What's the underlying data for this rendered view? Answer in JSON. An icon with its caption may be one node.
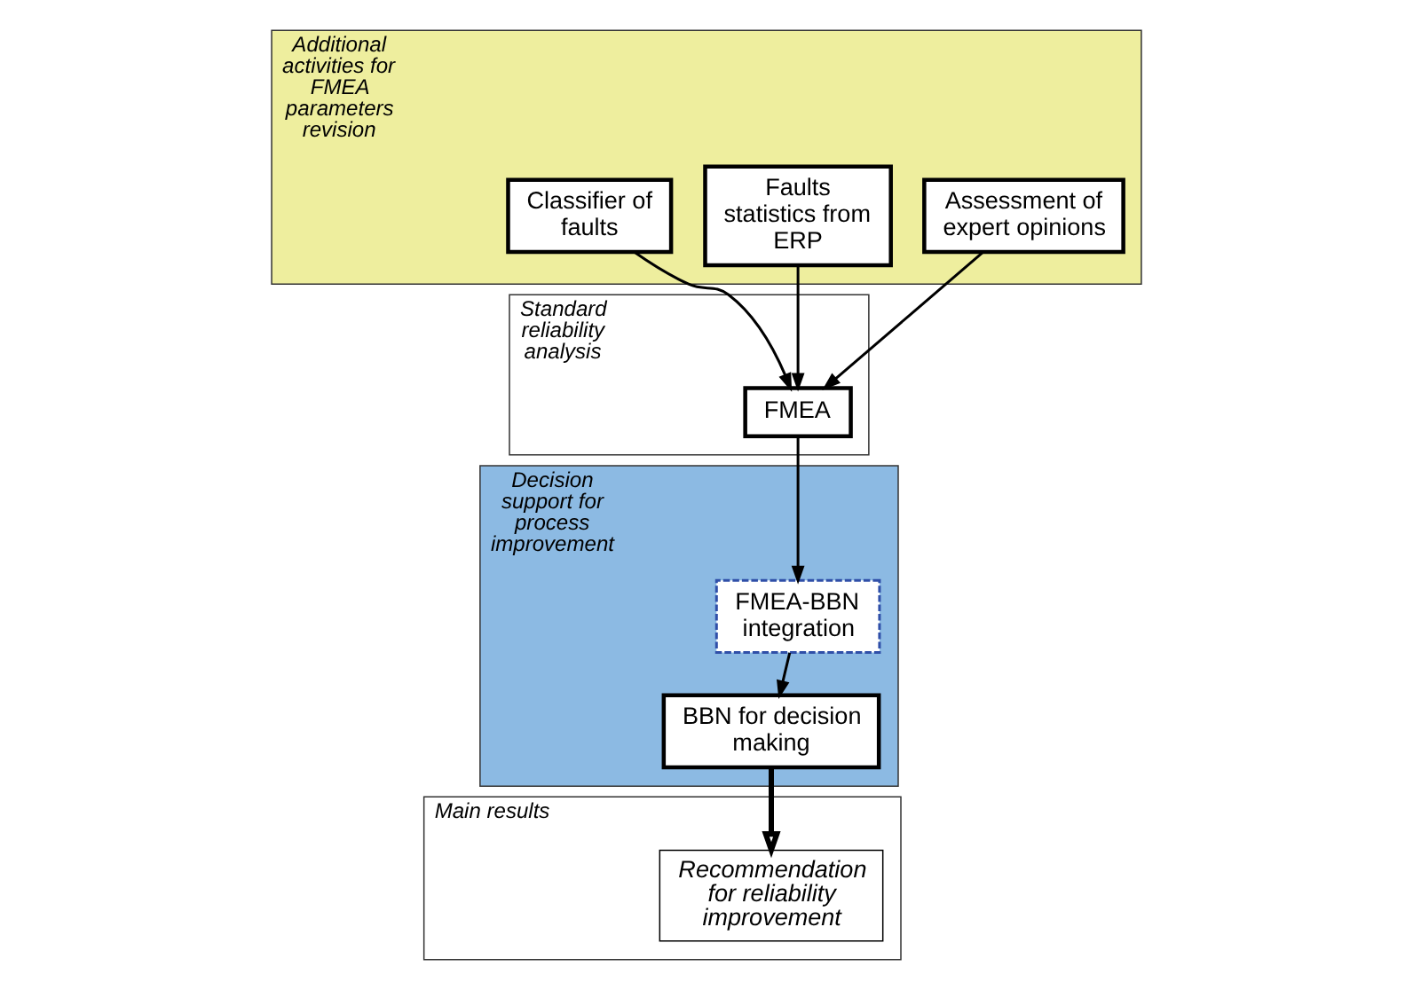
{
  "diagram": {
    "nodes": [
      {
        "text": [
          "Additional activities for FMEA parameters revision"
        ]
      },
      {
        "text": [
          "Classifier of faults"
        ],
        "in": 0
      },
      {
        "text": [
          "Faults statistics from ERP"
        ],
        "in": 0
      },
      {
        "text": [
          "Assessment of expert opinions"
        ],
        "in": 0
      },
      {
        "text": [
          "Standard reliability analysis"
        ]
      },
      {
        "text": [
          "FMEA"
        ],
        "in": 4
      },
      {
        "text": [
          "Decision support for process improvement"
        ]
      },
      {
        "text": [
          "FMEA-BBN integration"
        ],
        "in": 6
      },
      {
        "text": [
          "BBN for decision making"
        ],
        "in": 6
      },
      {
        "text": [
          "Main results"
        ]
      },
      {
        "text": [
          "Recommendation for reliability improvement"
        ],
        "in": 9
      }
    ],
    "edges": [
      {
        "from": 1,
        "to": 5,
        "arrow": "to"
      },
      {
        "from": 2,
        "to": 5,
        "arrow": "to"
      },
      {
        "from": 3,
        "to": 5,
        "arrow": "to"
      },
      {
        "from": 5,
        "to": 7,
        "arrow": "to"
      },
      {
        "from": 7,
        "to": 8,
        "arrow": "to"
      },
      {
        "from": 8,
        "to": 10,
        "arrow": "to",
        "style": "thick"
      }
    ]
  }
}
